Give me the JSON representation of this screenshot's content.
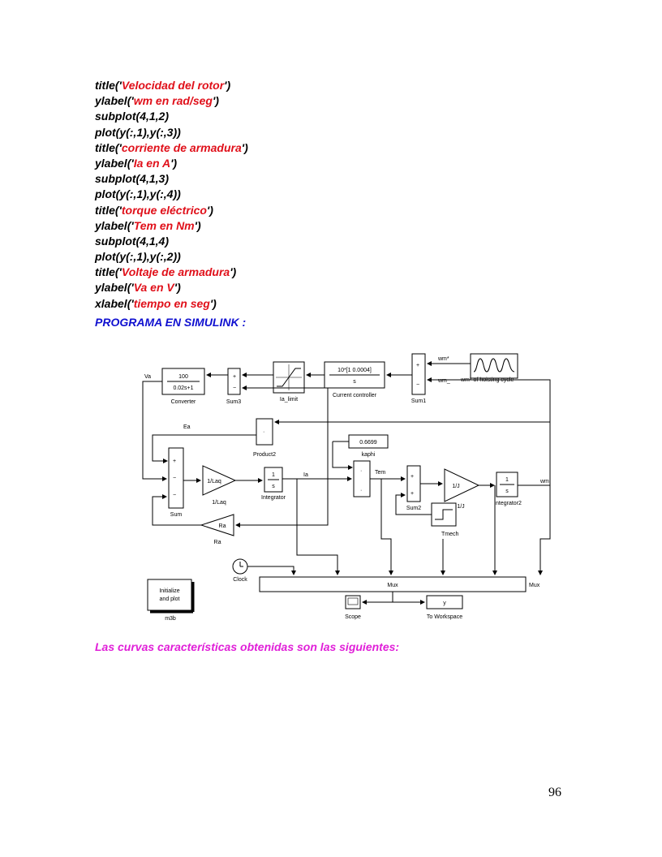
{
  "code_lines": [
    {
      "pre": "title('",
      "str": "Velocidad del rotor",
      "post": "')"
    },
    {
      "pre": "ylabel('",
      "str": "wm en rad/seg",
      "post": "')"
    },
    {
      "pre": "subplot(4,1,2)",
      "str": "",
      "post": ""
    },
    {
      "pre": "plot(y(:,1),y(:,3))",
      "str": "",
      "post": ""
    },
    {
      "pre": "title('",
      "str": "corriente de armadura",
      "post": "')"
    },
    {
      "pre": "ylabel('",
      "str": "Ia en A",
      "post": "')"
    },
    {
      "pre": "subplot(4,1,3)",
      "str": "",
      "post": ""
    },
    {
      "pre": "plot(y(:,1),y(:,4))",
      "str": "",
      "post": ""
    },
    {
      "pre": "title('",
      "str": "torque eléctrico",
      "post": "')"
    },
    {
      "pre": "ylabel('",
      "str": "Tem en Nm",
      "post": "')"
    },
    {
      "pre": "subplot(4,1,4)",
      "str": "",
      "post": ""
    },
    {
      "pre": "plot(y(:,1),y(:,2))",
      "str": "",
      "post": ""
    },
    {
      "pre": "title('",
      "str": "Voltaje de armadura",
      "post": "')"
    },
    {
      "pre": "ylabel('",
      "str": "Va en V",
      "post": "')"
    },
    {
      "pre": "xlabel('",
      "str": "tiempo en seg",
      "post": "')"
    }
  ],
  "section_heading": "PROGRAMA EN SIMULINK :",
  "caption": "Las curvas características obtenidas son las siguientes:",
  "page_number": "96",
  "diagram": {
    "converter_num": "100",
    "converter_den": "0.02s+1",
    "converter_label": "Converter",
    "va_label": "Va",
    "sum3_label": "Sum3",
    "ia_limit_label": "Ia_limit",
    "controller_num": "10*[1 0.0004]",
    "controller_den": "s",
    "controller_label": "Current controller",
    "sum1_label": "Sum1",
    "wm_star": "wm*",
    "wm_under": "wm_",
    "hoisting_label": "wm* of hoisting cycle",
    "ea_label": "Ea",
    "product2_label": "Product2",
    "kaphi_value": "0.6699",
    "kaphi_label": "kaphi",
    "sum_label": "Sum",
    "laq_gain": "1/Laq",
    "laq_label": "1/Laq",
    "int_num": "1",
    "int_den": "s",
    "integrator_label": "Integrator",
    "ia_label": "Ia",
    "tem_label": "Tem",
    "sum2_label": "Sum2",
    "j_gain": "1/J",
    "j_label": "1/J",
    "integrator2_label": "Integrator2",
    "wm_label": "wm",
    "ra_gain": "Ra",
    "ra_label": "Ra",
    "tmech_label": "Tmech",
    "clock_label": "Clock",
    "mux_block": "Mux",
    "mux_label": "Mux",
    "init_line1": "Initialize",
    "init_line2": "and plot",
    "m3b_label": "m3b",
    "scope_label": "Scope",
    "workspace_value": "y",
    "workspace_label": "To Workspace",
    "plus": "+",
    "minus": "−",
    "dot": "·"
  }
}
